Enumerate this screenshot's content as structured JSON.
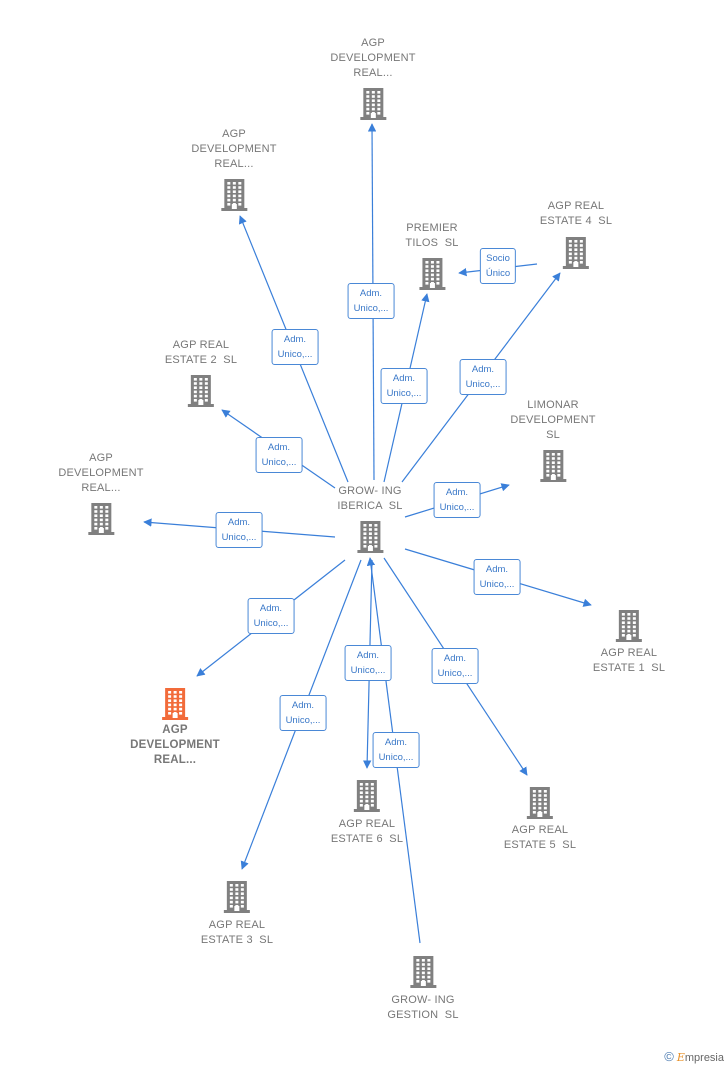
{
  "colors": {
    "edge": "#3a7fd9",
    "node": "#808080",
    "focus_node": "#f26b3a",
    "label_text": "#3a78c8"
  },
  "center_node": {
    "id": "center",
    "label": "GROW- ING\nIBERICA  SL"
  },
  "nodes": [
    {
      "id": "n_top",
      "label": "AGP\nDEVELOPMENT\nREAL..."
    },
    {
      "id": "n_topleft",
      "label": "AGP\nDEVELOPMENT\nREAL..."
    },
    {
      "id": "n_premier",
      "label": "PREMIER\nTILOS  SL"
    },
    {
      "id": "n_agp4",
      "label": "AGP REAL\nESTATE 4  SL"
    },
    {
      "id": "n_agp2",
      "label": "AGP REAL\nESTATE 2  SL"
    },
    {
      "id": "n_limonar",
      "label": "LIMONAR\nDEVELOPMENT\nSL"
    },
    {
      "id": "n_left",
      "label": "AGP\nDEVELOPMENT\nREAL..."
    },
    {
      "id": "n_agp1",
      "label": "AGP REAL\nESTATE 1  SL"
    },
    {
      "id": "n_focus",
      "label": "AGP\nDEVELOPMENT\nREAL...",
      "focus": true
    },
    {
      "id": "n_agp6",
      "label": "AGP REAL\nESTATE 6  SL"
    },
    {
      "id": "n_agp5",
      "label": "AGP REAL\nESTATE 5  SL"
    },
    {
      "id": "n_agp3",
      "label": "AGP REAL\nESTATE 3  SL"
    },
    {
      "id": "n_gestion",
      "label": "GROW- ING\nGESTION  SL"
    }
  ],
  "edges": [
    {
      "from": "center",
      "to": "n_top",
      "label": "Adm.\nUnico,..."
    },
    {
      "from": "center",
      "to": "n_topleft",
      "label": "Adm.\nUnico,..."
    },
    {
      "from": "center",
      "to": "n_premier",
      "label": "Adm.\nUnico,..."
    },
    {
      "from": "center",
      "to": "n_agp4",
      "label": "Adm.\nUnico,..."
    },
    {
      "from": "n_agp4",
      "to": "n_premier",
      "label": "Socio\nÚnico"
    },
    {
      "from": "center",
      "to": "n_agp2",
      "label": "Adm.\nUnico,..."
    },
    {
      "from": "center",
      "to": "n_limonar",
      "label": "Adm.\nUnico,..."
    },
    {
      "from": "center",
      "to": "n_left",
      "label": "Adm.\nUnico,..."
    },
    {
      "from": "center",
      "to": "n_agp1",
      "label": "Adm.\nUnico,..."
    },
    {
      "from": "center",
      "to": "n_focus",
      "label": "Adm.\nUnico,..."
    },
    {
      "from": "center",
      "to": "n_agp6",
      "label": "Adm.\nUnico,..."
    },
    {
      "from": "center",
      "to": "n_agp5",
      "label": "Adm.\nUnico,..."
    },
    {
      "from": "center",
      "to": "n_agp3",
      "label": "Adm.\nUnico,..."
    },
    {
      "from": "n_gestion",
      "to": "center",
      "label": "Adm.\nUnico,..."
    }
  ],
  "watermark": {
    "symbol": "©",
    "brand_initial": "E",
    "brand_rest": "mpresia"
  }
}
